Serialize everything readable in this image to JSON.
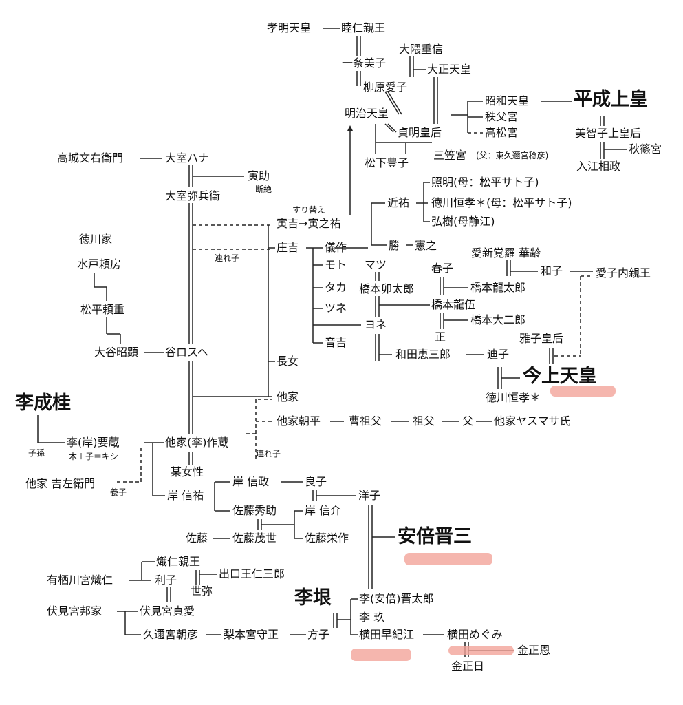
{
  "highlight_color": "#f2a49a",
  "line_color": "#222222",
  "labels": {
    "koumei": "孝明天皇",
    "mutsuhito": "睦仁親王",
    "ichijo": "一条美子",
    "okuma": "大隈重信",
    "taisho": "大正天皇",
    "yanagihara": "柳原愛子",
    "meiji": "明治天皇",
    "teimei": "貞明皇后",
    "showa": "昭和天皇",
    "chichibu": "秩父宮",
    "takamatsu": "高松宮",
    "heisei": "平成上皇",
    "michiko": "美智子上皇后",
    "akishino": "秋篠宮",
    "irie": "入江相政",
    "mikasa": "三笠宮",
    "mikasa_note": "(父：東久邇宮稔彦)",
    "matsushita": "松下豊子",
    "takagi": "高城文右衛門",
    "omuro_hana": "大室ハナ",
    "torasuke": "寅助",
    "danzetsu": "断絶",
    "omuro_yahee": "大室弥兵衛",
    "surikae": "すり替え",
    "torakichi": "寅吉→寅之祐",
    "chikasuke": "近祐",
    "teruaki": "照明(母：松平サト子)",
    "tokugawa_tsuneyoshi": "徳川恒孝＊(母：松平サト子)",
    "hiroki": "弘樹(母静江)",
    "shokichi": "庄吉",
    "tsureko1": "連れ子",
    "gisaku": "儀作",
    "masaru": "勝",
    "kenno": "憲之",
    "aishinkakura": "愛新覚羅 華齢",
    "kazuko": "和子",
    "aiko": "愛子内親王",
    "tokugawa_ke": "徳川家",
    "mito": "水戸頼房",
    "moto": "モト",
    "matsu": "マツ",
    "haruko": "春子",
    "taka": "タカ",
    "hashimoto_utaro": "橋本卯太郎",
    "hashimoto_ryutaro": "橋本龍太郎",
    "matsudaira": "松平頼重",
    "tsune": "ツネ",
    "hashimoto_ryugo": "橋本龍伍",
    "yone": "ヨネ",
    "hashimoto_daijiro": "橋本大二郎",
    "tadashi": "正",
    "otoyoshi": "音吉",
    "masako": "雅子皇后",
    "otani": "大谷昭顕",
    "taniguchi": "谷ロスヘ",
    "wada": "和田恵三郎",
    "michiko_wada": "迪子",
    "chojo": "長女",
    "imanjo": "今上天皇",
    "tokugawa_tsuneyoshi2": "徳川恒孝＊",
    "yi_seonggye": "李成桂",
    "taike": "他家",
    "taike_asahira": "他家朝平",
    "sosofu": "曹祖父",
    "sofu": "祖父",
    "chichi": "父",
    "taike_yasumasa": "他家ヤスマサ氏",
    "yi_kishi": "李(岸)要蔵",
    "shison": "子孫",
    "kishi_note": "木＋子＝キシ",
    "taike_yi": "他家(李)作蔵",
    "tsureko2": "連れ子",
    "taike_kichizaemon": "他家 吉左衛門",
    "nanigashi": "某女性",
    "yoshi": "養子",
    "kishi_nobumasa": "岸 信政",
    "yoshiko": "良子",
    "kishi_nobusuke_p": "岸 信祐",
    "yoko": "洋子",
    "sato_hidesuke": "佐藤秀助",
    "kishi_nobusuke": "岸 信介",
    "sato": "佐藤",
    "sato_moyo": "佐藤茂世",
    "sato_eisaku": "佐藤栄作",
    "abe": "安倍晋三",
    "taruhito": "熾仁親王",
    "arisugawa": "有栖川宮熾仁",
    "toshiko": "利子",
    "deguchi": "出口王仁三郎",
    "seya": "世弥",
    "yi_un": "李垠",
    "yi_abe": "李(安倍)晋太郎",
    "fushimi_kuni": "伏見宮邦家",
    "fushimi_sada": "伏見宮貞愛",
    "yi_kyu": "李 玖",
    "kuni_asahiko": "久邇宮朝彦",
    "nashimoto": "梨本宮守正",
    "masako_nashi": "方子",
    "yokota_sakie": "横田早紀江",
    "yokota_megumi": "横田めぐみ",
    "kim_jongun": "金正恩",
    "kim_jongil": "金正日"
  }
}
